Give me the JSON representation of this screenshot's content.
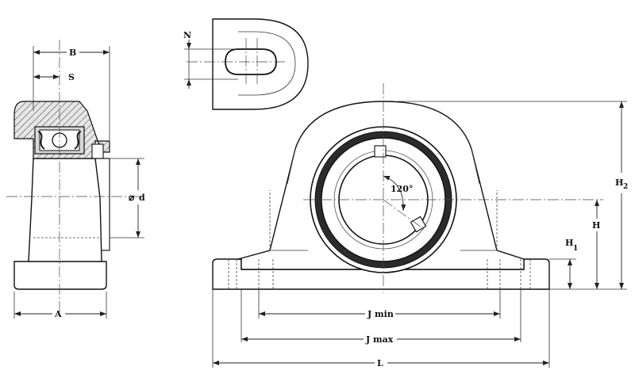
{
  "labels": {
    "b": "B",
    "s": "S",
    "n": "N",
    "d_symbol": "⌀",
    "d": "d",
    "angle": "120°",
    "h2_main": "H",
    "h2_sub": "2",
    "h": "H",
    "h1_main": "H",
    "h1_sub": "1",
    "a": "A",
    "j_min": "J min",
    "j_max": "J max",
    "l": "L"
  }
}
